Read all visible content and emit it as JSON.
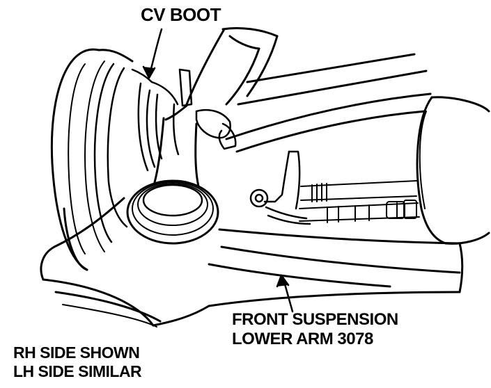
{
  "diagram": {
    "labels": {
      "cv_boot": "CV BOOT",
      "lower_arm_line1": "FRONT SUSPENSION",
      "lower_arm_line2": "LOWER ARM 3078"
    },
    "note": {
      "line1": "RH SIDE SHOWN",
      "line2": "LH SIDE SIMILAR"
    }
  },
  "colors": {
    "ink": "#000000",
    "paper": "#ffffff"
  }
}
